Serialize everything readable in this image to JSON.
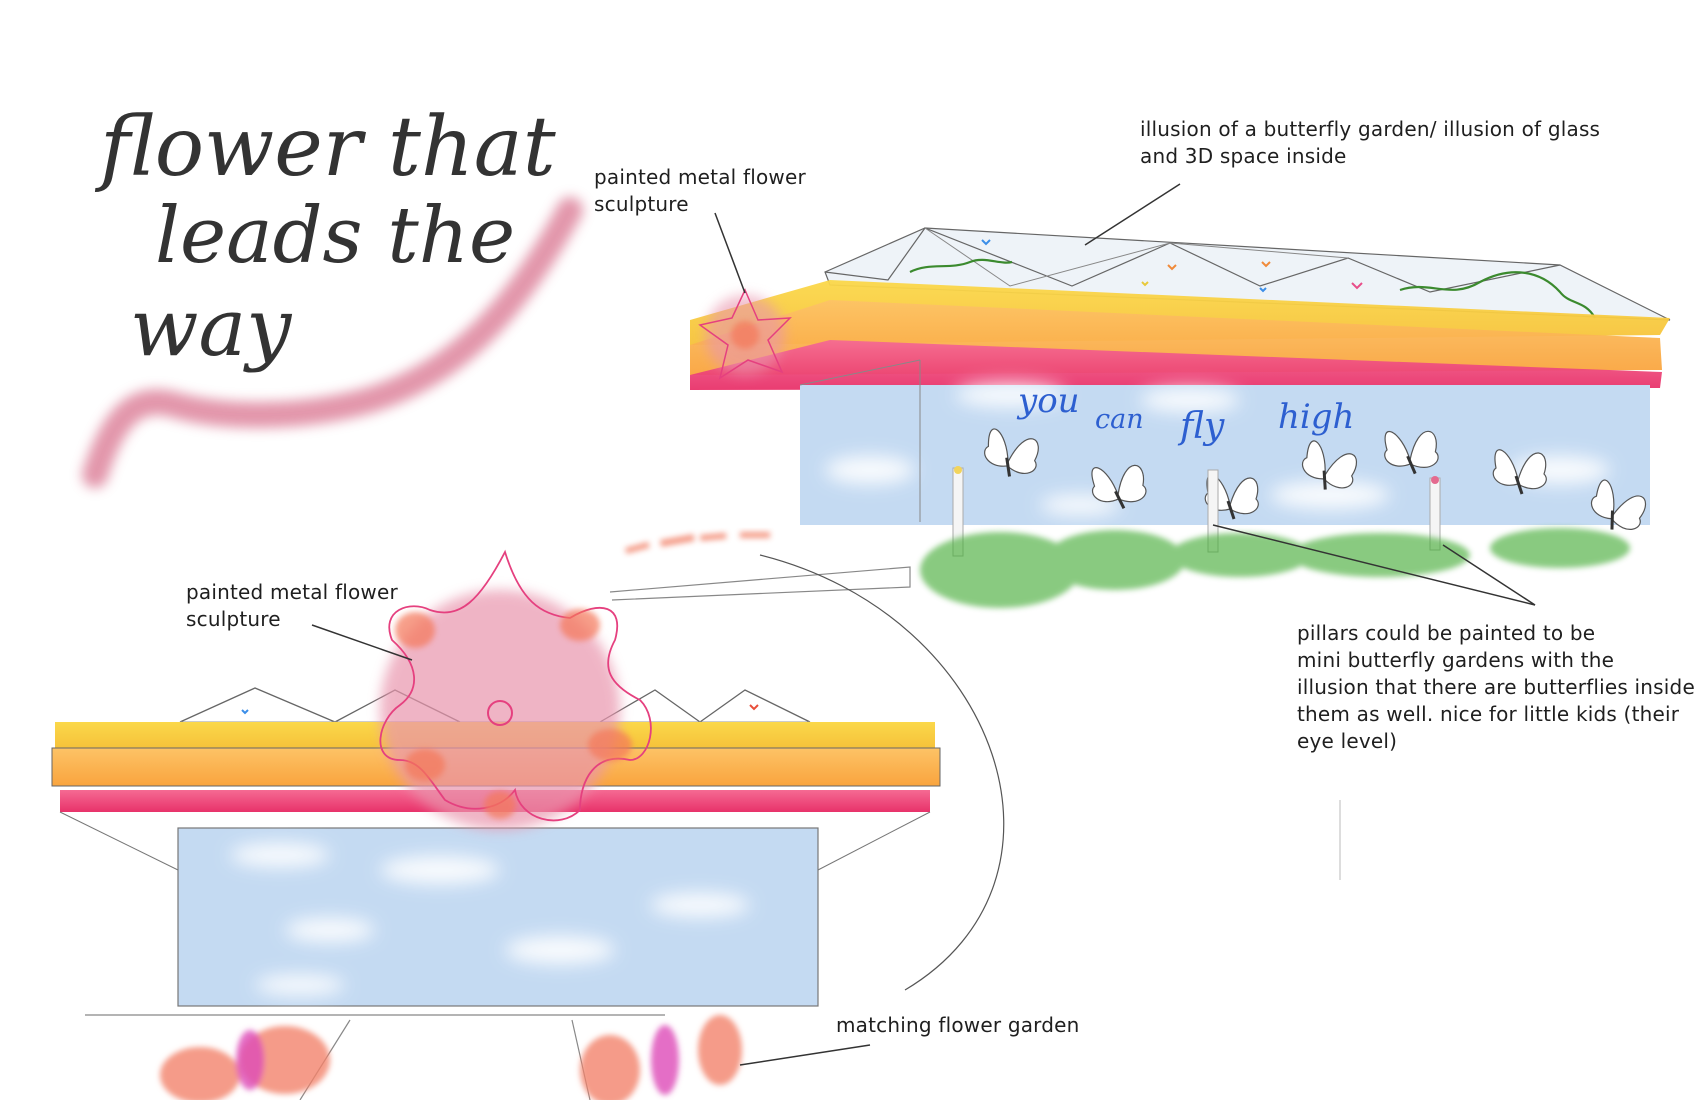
{
  "handwritten_title": {
    "line1": "flower that",
    "line2": "leads the",
    "line3": "way"
  },
  "sign_text": {
    "w1": "you",
    "w2": "can",
    "w3": "fly",
    "w4": "high"
  },
  "annotations": {
    "glass": [
      "illusion of a butterfly garden/ illusion of glass",
      "and 3D space inside"
    ],
    "flower_top": [
      "painted metal flower",
      "sculpture"
    ],
    "flower_main": [
      "painted metal flower",
      "sculpture"
    ],
    "pillars": [
      "pillars could be painted to be",
      "mini butterfly gardens with the",
      "illusion that there are butterflies inside",
      "them as well. nice for little kids (their",
      "eye level)"
    ],
    "garden": [
      "matching flower garden"
    ]
  },
  "colors": {
    "yellow": "#f7c93c",
    "orange": "#fbb04e",
    "magenta": "#ee3d76",
    "sky": "#c6dbf2",
    "grass": "#4caf3c",
    "flower": "#e995ad",
    "flower_line": "#e5407f"
  }
}
